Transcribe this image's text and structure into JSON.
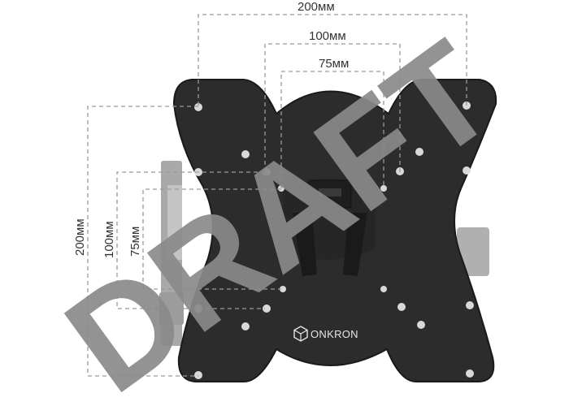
{
  "dimensions": {
    "horizontal": {
      "outer": "200мм",
      "middle": "100мм",
      "inner": "75мм"
    },
    "vertical": {
      "outer": "200мм",
      "middle": "100мм",
      "inner": "75мм"
    }
  },
  "brand": {
    "name": "ONKRON"
  },
  "watermark": "DRAFT",
  "icons": {
    "brand_logo": "onkron-cube-logo"
  },
  "colors": {
    "plate": "#2c2c2c",
    "arm": "#a8a8a8",
    "dash": "#9a9a9a",
    "watermark": "#8a8a8a"
  }
}
